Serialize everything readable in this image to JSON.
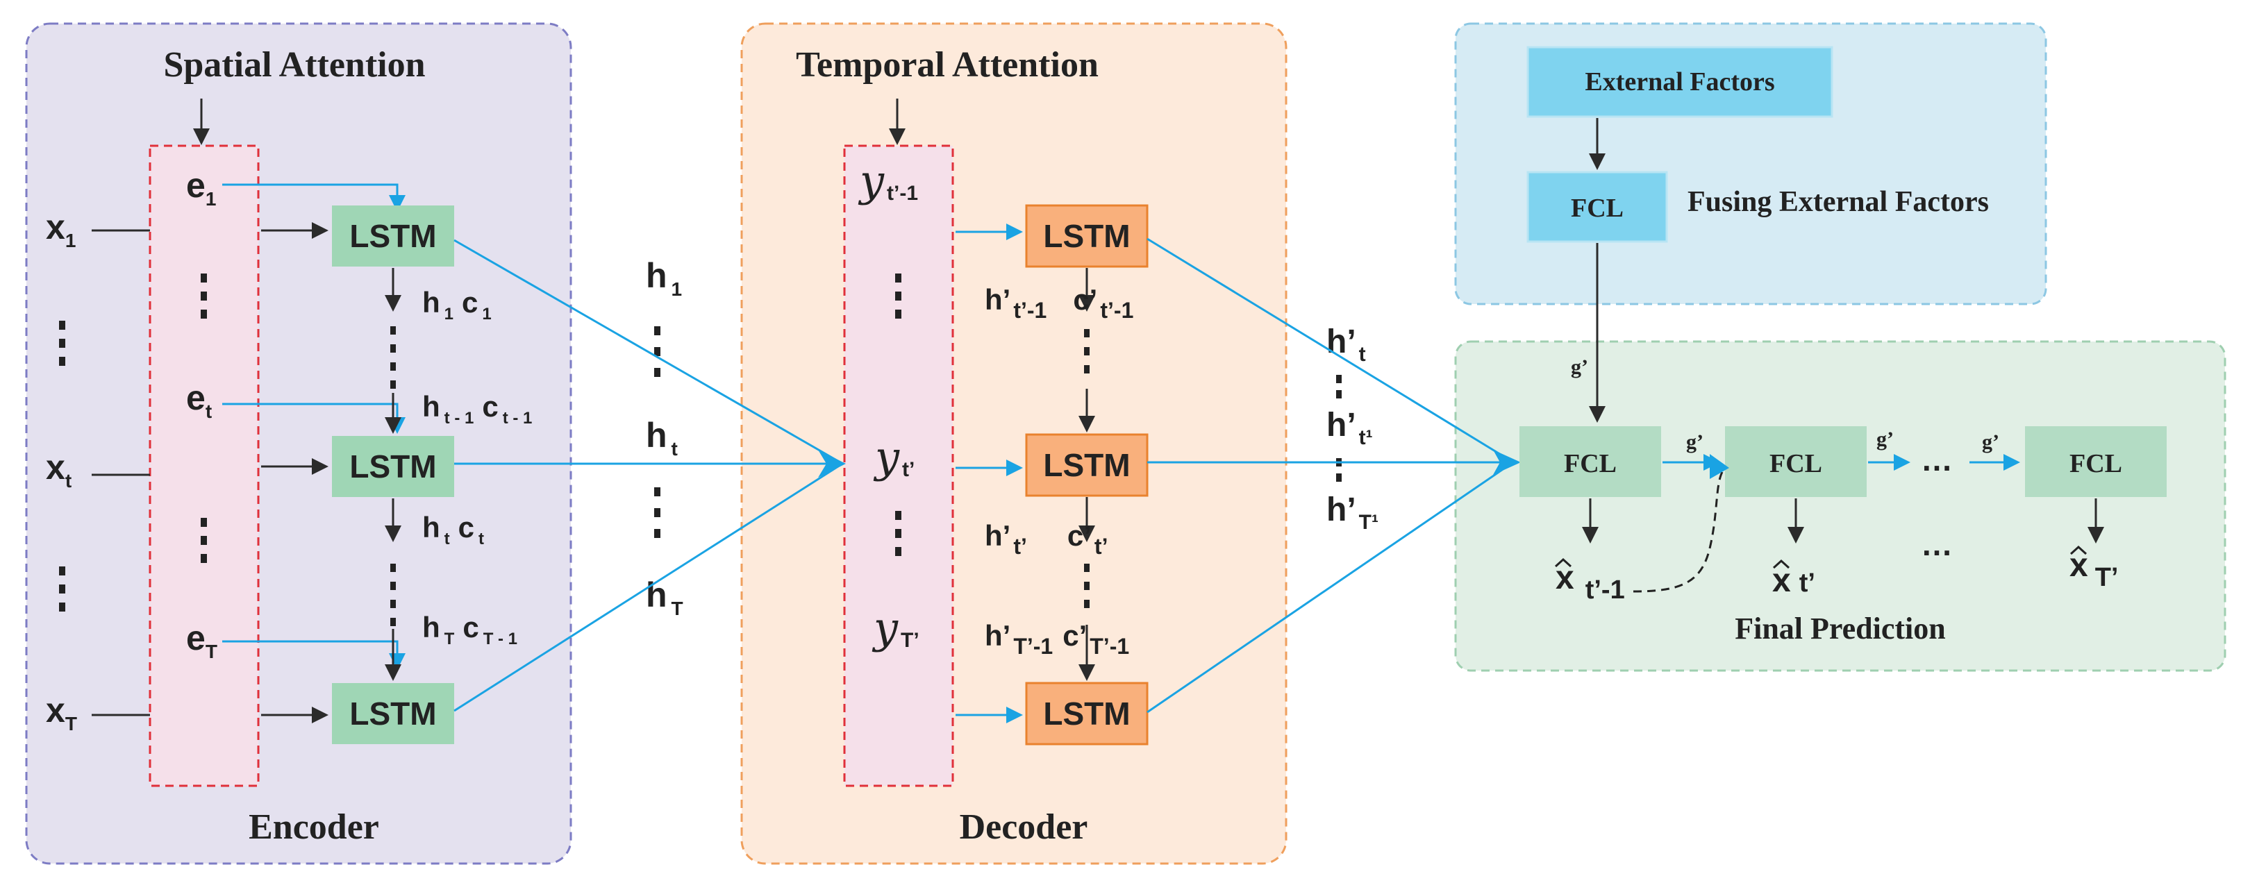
{
  "panels": {
    "encoder": {
      "top_label": "Spatial Attention",
      "bottom_label": "Encoder",
      "inputs": [
        "x",
        "x",
        "x"
      ],
      "input_subs": [
        "1",
        "t",
        "T"
      ],
      "e_labels": [
        "e",
        "e",
        "e"
      ],
      "e_subs": [
        "1",
        "t",
        "T"
      ],
      "lstm_label": "LSTM",
      "states": [
        {
          "h": "h",
          "hs": "1",
          "c": "c",
          "cs": "1"
        },
        {
          "h": "h",
          "hs": "t - 1",
          "c": "c",
          "cs": "t - 1"
        },
        {
          "h": "h",
          "hs": "t",
          "c": "c",
          "cs": "t"
        },
        {
          "h": "h",
          "hs": "T",
          "c": "c",
          "cs": "T - 1"
        }
      ]
    },
    "hidden": {
      "labels": [
        "h",
        "h",
        "h"
      ],
      "subs": [
        "1",
        "t",
        "T"
      ]
    },
    "decoder": {
      "top_label": "Temporal Attention",
      "bottom_label": "Decoder",
      "y_labels": [
        "y",
        "y",
        "y"
      ],
      "y_subs": [
        "t’-1",
        "t’",
        "T’"
      ],
      "lstm_label": "LSTM",
      "states": [
        {
          "h": "h’",
          "hs": "t’-1",
          "c": "c’",
          "cs": "t’-1"
        },
        {
          "h": "h’",
          "hs": "t’",
          "c": "c’",
          "cs": "t’"
        },
        {
          "h": "h’",
          "hs": "T’-1",
          "c": "c’",
          "cs": "T’-1"
        }
      ]
    },
    "dec_hidden": {
      "labels": [
        "h’",
        "h’",
        "h’"
      ],
      "subs": [
        "t",
        "t¹",
        "T¹"
      ]
    },
    "external": {
      "box_label": "External Factors",
      "fcl_label": "FCL",
      "caption": "Fusing External Factors",
      "g_label": "g’"
    },
    "prediction": {
      "fcl_label": "FCL",
      "g_label": "g’",
      "dots": "…",
      "outputs": [
        "x",
        "x",
        "x"
      ],
      "output_subs": [
        "t’-1",
        "t’",
        "T’"
      ],
      "caption": "Final Prediction"
    }
  },
  "colors": {
    "encoder_bg": "#e4e1ef",
    "encoder_border": "#7d7cc4",
    "decoder_bg": "#fdeadb",
    "decoder_border": "#ef9f5c",
    "external_bg": "#d6ebf4",
    "external_border": "#8cc7e3",
    "prediction_bg": "#e1efe5",
    "prediction_border": "#9fcfb0",
    "attention_bg": "#f5e0ea",
    "attention_border": "#e0303a",
    "lstm_green": "#9fd6b5",
    "lstm_orange": "#f9b07c",
    "lstm_orange_border": "#e9822e",
    "fcl_blue": "#7fd3ef",
    "fcl_green": "#b3dcc4",
    "arrow_blue": "#1aa3e3",
    "arrow_dark": "#2b2b2b"
  }
}
